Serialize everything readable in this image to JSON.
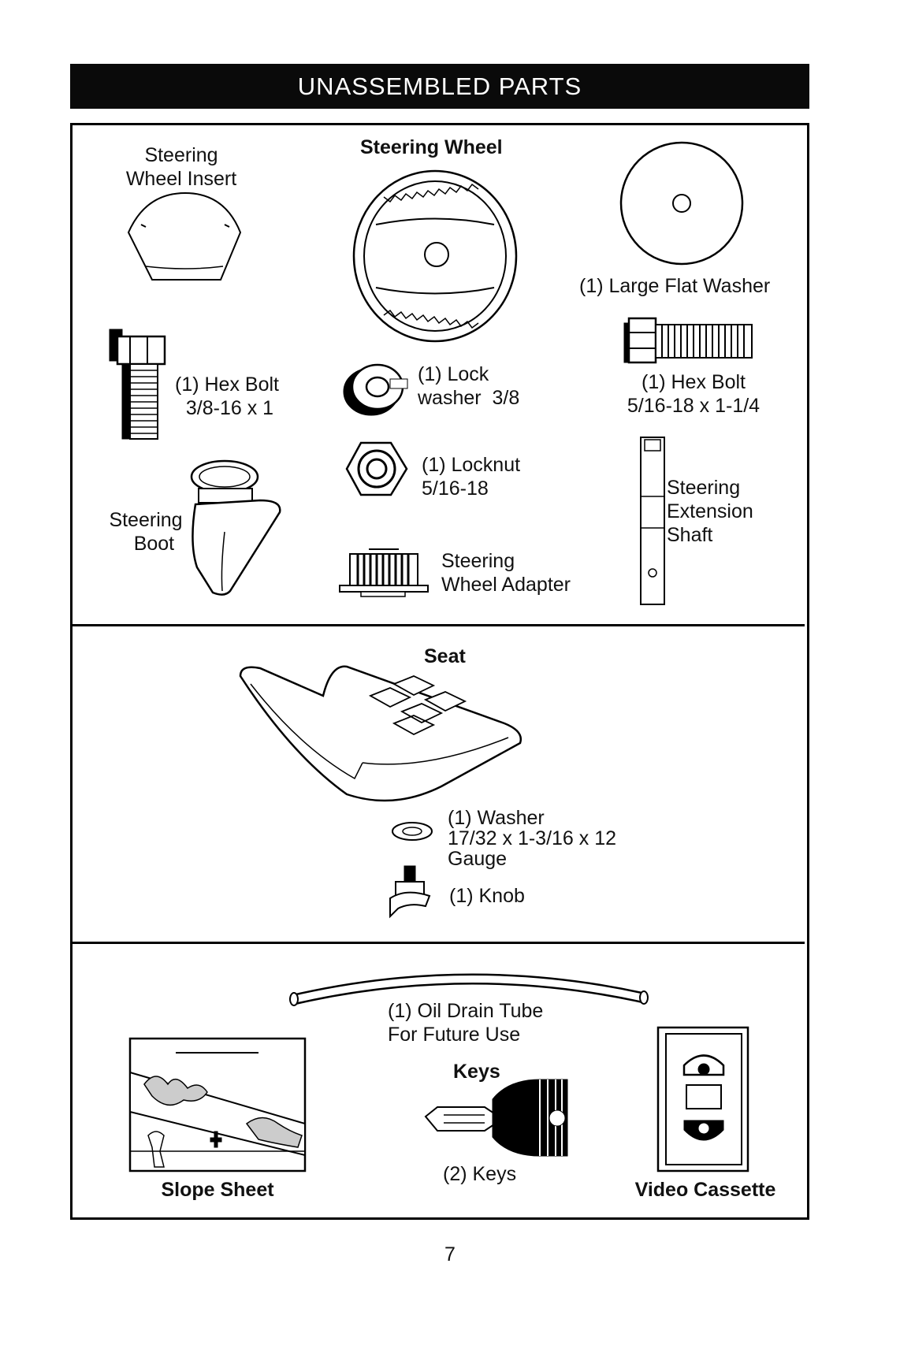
{
  "header": {
    "title": "UNASSEMBLED PARTS"
  },
  "section1": {
    "steering_wheel_insert": "Steering\nWheel Insert",
    "steering_wheel": "Steering Wheel",
    "large_flat_washer": "(1) Large Flat Washer",
    "hex_bolt_small": "(1) Hex Bolt\n  3/8-16 x 1",
    "lock_washer": "(1) Lock\nwasher  3/8",
    "hex_bolt_large": "(1) Hex Bolt\n5/16-18 x 1-1/4",
    "locknut": "(1) Locknut\n5/16-18",
    "steering_boot": "Steering\n   Boot",
    "steering_extension_shaft": "Steering\nExtension\nShaft",
    "steering_wheel_adapter": "Steering\nWheel Adapter"
  },
  "section2": {
    "seat": "Seat",
    "washer": "(1) Washer\n17/32 x 1-3/16 x 12\nGauge",
    "knob": "(1) Knob"
  },
  "section3": {
    "oil_drain_tube": "(1) Oil Drain Tube\nFor Future Use",
    "keys_title": "Keys",
    "keys_count": "(2) Keys",
    "slope_sheet": "Slope Sheet",
    "video_cassette": "Video Cassette"
  },
  "footer": {
    "page_number": "7"
  }
}
